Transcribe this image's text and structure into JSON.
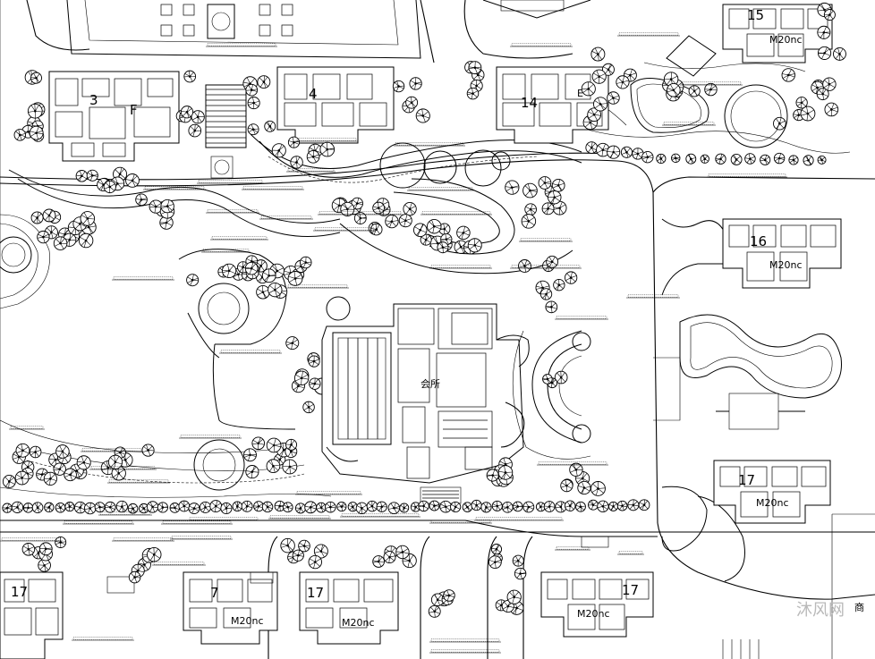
{
  "buildings": [
    {
      "id": "b3",
      "number": "3",
      "code": "F"
    },
    {
      "id": "b4",
      "number": "4",
      "code": ""
    },
    {
      "id": "b14",
      "number": "14",
      "code": "E"
    },
    {
      "id": "b15",
      "number": "15",
      "code": "M20nc"
    },
    {
      "id": "b16",
      "number": "16",
      "code": "M20nc"
    },
    {
      "id": "b17e",
      "number": "17",
      "code": "M20nc"
    },
    {
      "id": "b17a",
      "number": "17",
      "code": ""
    },
    {
      "id": "b7",
      "number": "7",
      "code": "M20nc"
    },
    {
      "id": "b17b",
      "number": "17",
      "code": "M20nc"
    },
    {
      "id": "b17c",
      "number": "17",
      "code": "M20nc"
    }
  ],
  "clubhouse_label": "会所",
  "shop_label": "商",
  "watermark": "沐风网"
}
